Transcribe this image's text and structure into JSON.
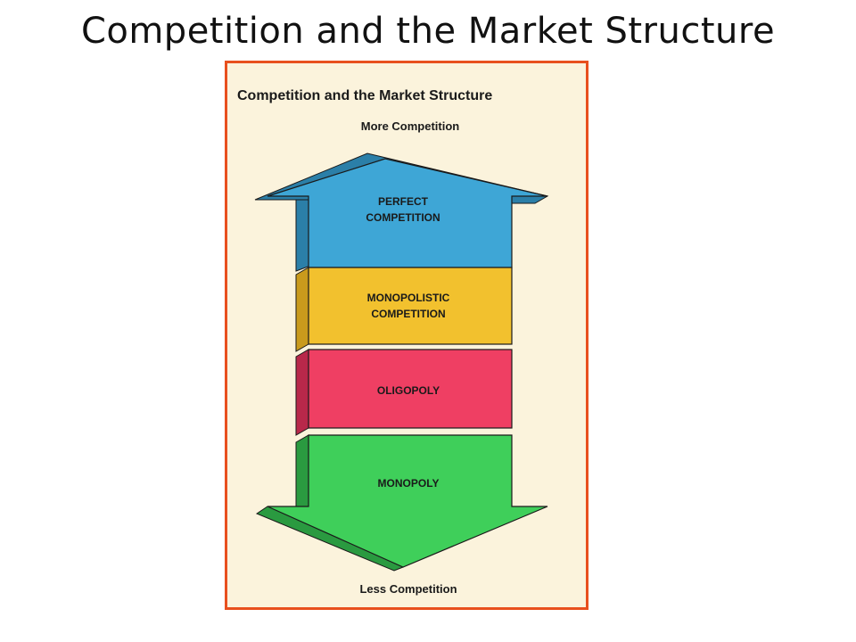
{
  "slide": {
    "title": "Competition and the Market Structure"
  },
  "figure": {
    "inner_title": "Competition and the Market Structure",
    "top_label": "More Competition",
    "bottom_label": "Less Competition",
    "structures": [
      {
        "line1": "PERFECT",
        "line2": "COMPETITION",
        "color": "#3ea6d6",
        "side": "#2b7fa8"
      },
      {
        "line1": "MONOPOLISTIC",
        "line2": "COMPETITION",
        "color": "#f2c12e",
        "side": "#c99a1c"
      },
      {
        "line1": "OLIGOPOLY",
        "line2": "",
        "color": "#ef3f63",
        "side": "#b8284a"
      },
      {
        "line1": "MONOPOLY",
        "line2": "",
        "color": "#3fcf5a",
        "side": "#2a9a40"
      }
    ],
    "colors": {
      "frame": "#e8501e",
      "paper": "#fbf3dc",
      "ink": "#1a1a1a"
    }
  }
}
